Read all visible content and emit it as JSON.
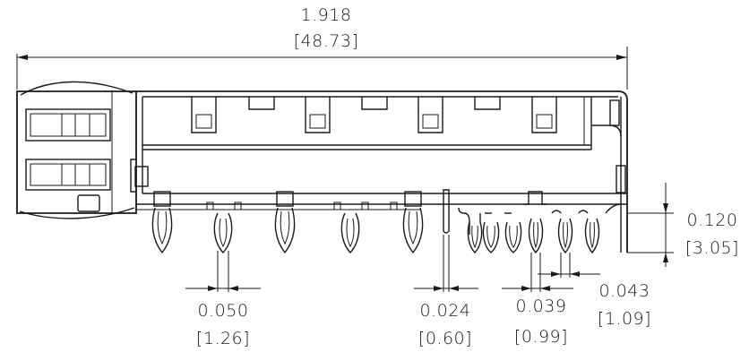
{
  "dimensions": {
    "overall_length": {
      "inch": "1.918",
      "mm": "[48.73]"
    },
    "pin_width": {
      "inch": "0.050",
      "mm": "[1.26]"
    },
    "post_width": {
      "inch": "0.024",
      "mm": "[0.60]"
    },
    "pin_pitch_a": {
      "inch": "0.039",
      "mm": "[0.99]"
    },
    "pin_pitch_b": {
      "inch": "0.043",
      "mm": "[1.09]"
    },
    "pin_height": {
      "inch": "0.120",
      "mm": "[3.05]"
    }
  },
  "colors": {
    "line": "#1a1a1a",
    "background": "#ffffff"
  }
}
